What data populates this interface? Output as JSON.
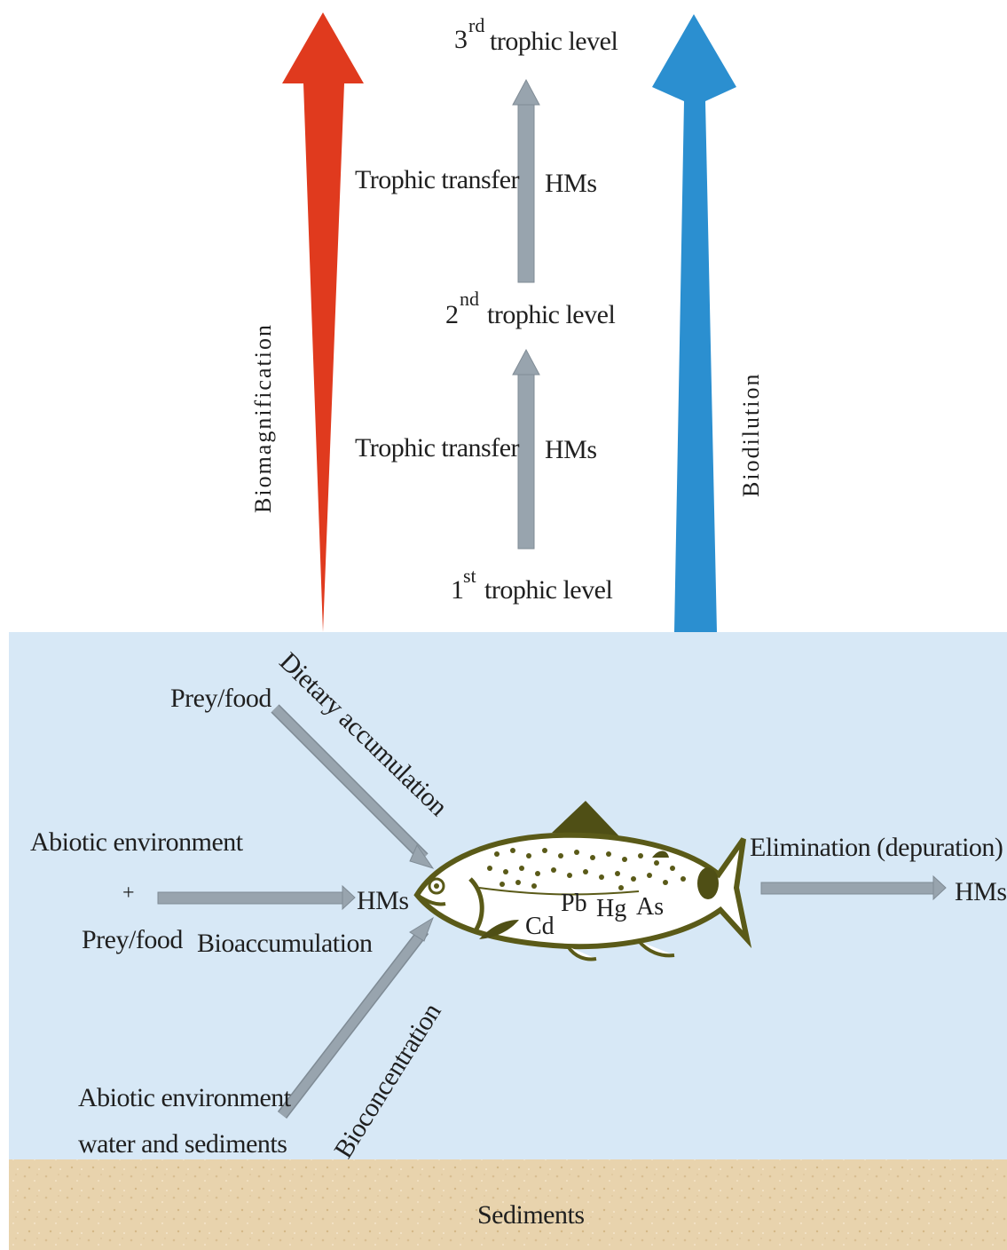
{
  "trophic": {
    "level3_num": "3",
    "level3_sup": "rd",
    "level3_text": "trophic level",
    "level2_num": "2",
    "level2_sup": "nd",
    "level2_text": "trophic level",
    "level1_num": "1",
    "level1_sup": "st",
    "level1_text": "trophic level",
    "transfer_upper": "Trophic transfer",
    "transfer_lower": "Trophic transfer",
    "hms_upper": "HMs",
    "hms_lower": "HMs"
  },
  "side_labels": {
    "left": "Biomagnification",
    "right": "Biodilution"
  },
  "water": {
    "prey_food_top": "Prey/food",
    "dietary": "Dietary accumulation",
    "abiotic_env": "Abiotic environment",
    "plus": "+",
    "prey_food_mid": "Prey/food",
    "hms_in": "HMs",
    "bioaccumulation": "Bioaccumulation",
    "abiotic_env_bottom_1": "Abiotic environment",
    "abiotic_env_bottom_2": "water and sediments",
    "bioconcentration": "Bioconcentration",
    "elimination": "Elimination (depuration)",
    "hms_out": "HMs"
  },
  "metals": [
    "Cd",
    "Pb",
    "Hg",
    "As"
  ],
  "sediments_label": "Sediments",
  "colors": {
    "biomagnification_arrow": "#e03a1e",
    "biodilution_arrow": "#2b8fd0",
    "grey_arrow": "#98a4ae",
    "water": "#d7e8f6",
    "sediment": "#e8d3ad",
    "fish_outline": "#5a5a18"
  }
}
